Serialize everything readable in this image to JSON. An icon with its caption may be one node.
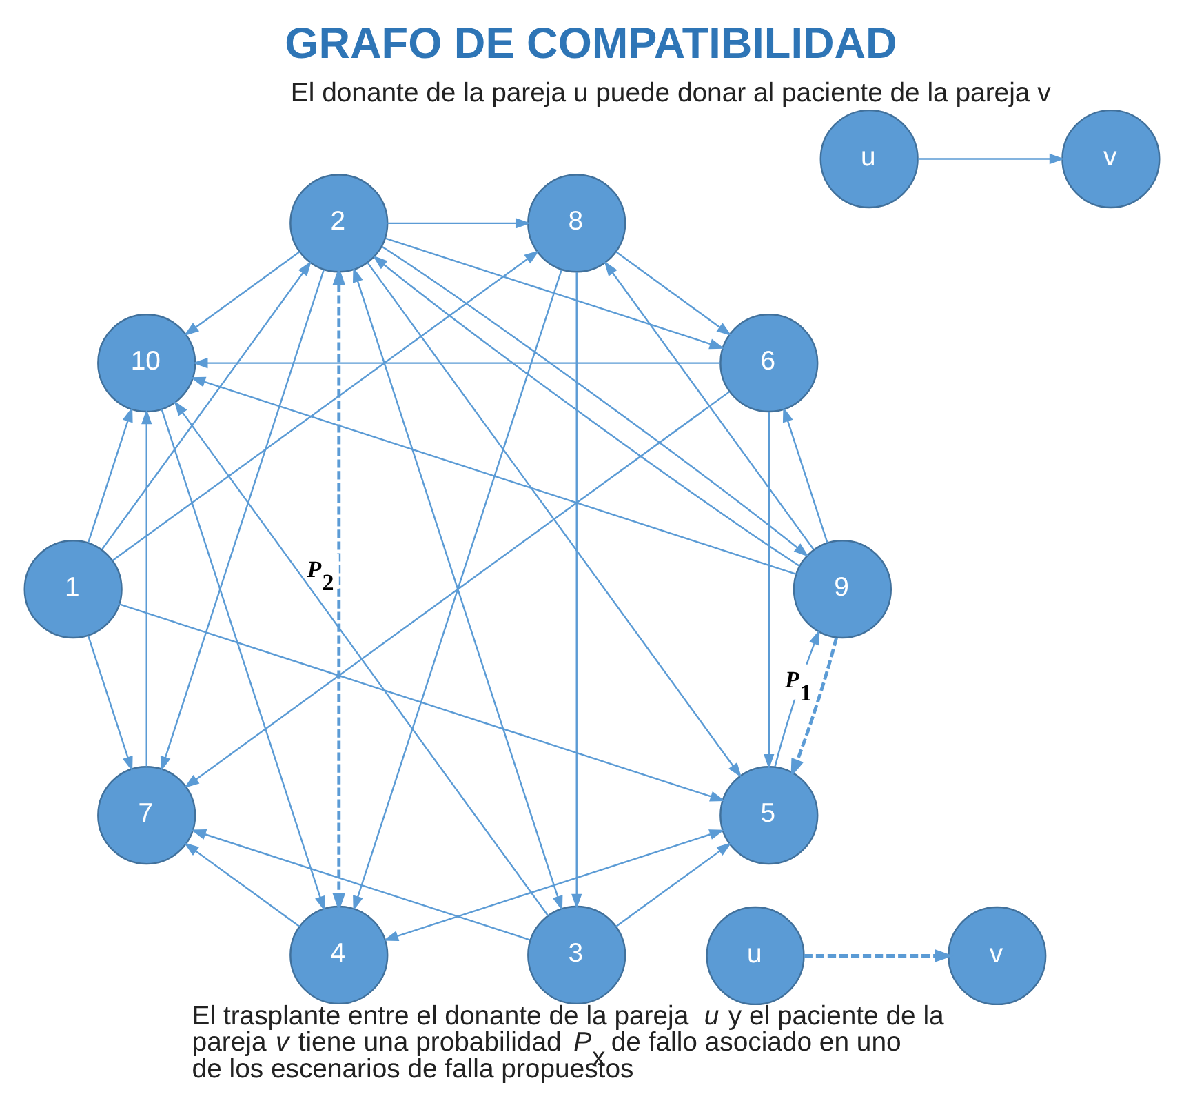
{
  "diagram": {
    "title": "GRAFO DE COMPATIBILIDAD",
    "nodes": [
      {
        "text": [
          "1"
        ]
      },
      {
        "text": [
          "2"
        ]
      },
      {
        "text": [
          "3"
        ]
      },
      {
        "text": [
          "4"
        ]
      },
      {
        "text": [
          "5"
        ]
      },
      {
        "text": [
          "6"
        ]
      },
      {
        "text": [
          "7"
        ]
      },
      {
        "text": [
          "8"
        ]
      },
      {
        "text": [
          "9"
        ]
      },
      {
        "text": [
          "10"
        ]
      },
      {
        "text": [
          "u"
        ]
      },
      {
        "text": [
          "v"
        ],
        "beside": [
          "El donante de la pareja u puede donar al paciente de la pareja v"
        ]
      },
      {
        "text": [
          "u"
        ]
      },
      {
        "text": [
          "v"
        ],
        "beside": [
          "El trasplante entre el donante de la pareja *u* y el paciente de la pareja *v* tiene una probabilidad *P*$_{x}$ de fallo asociado en uno de los escenarios de falla propuestos"
        ]
      }
    ],
    "edges": [
      {
        "from": 8,
        "to": 9,
        "arrow": "to"
      },
      {
        "from": 0,
        "to": 9,
        "arrow": "to"
      },
      {
        "from": 0,
        "to": 1,
        "arrow": "to"
      },
      {
        "from": 8,
        "to": 7,
        "arrow": "to"
      },
      {
        "from": 1,
        "to": 2,
        "arrow": "both"
      },
      {
        "from": 4,
        "to": 3,
        "arrow": "both"
      },
      {
        "from": 5,
        "to": 4,
        "arrow": "to"
      },
      {
        "from": 5,
        "to": 6,
        "arrow": "to"
      },
      {
        "from": 8,
        "to": 4,
        "arrow": "to",
        "style": "dashed",
        "label": "*P*$_{1}$"
      },
      {
        "from": 1,
        "to": 3,
        "arrow": "both",
        "style": "dashed",
        "label": "*P*$_{2}$"
      },
      {
        "from": 0,
        "to": 7,
        "arrow": "to"
      },
      {
        "from": 1,
        "to": 7,
        "arrow": "to"
      },
      {
        "from": 1,
        "to": 8,
        "arrow": "to"
      },
      {
        "from": 8,
        "to": 1,
        "arrow": "to"
      },
      {
        "from": 1,
        "to": 9,
        "arrow": "to"
      },
      {
        "from": 2,
        "to": 9,
        "arrow": "to"
      },
      {
        "from": 5,
        "to": 9,
        "arrow": "to"
      },
      {
        "from": 9,
        "to": 3,
        "arrow": "to"
      },
      {
        "from": 4,
        "to": 8,
        "arrow": "to"
      },
      {
        "from": 8,
        "to": 5,
        "arrow": "to"
      },
      {
        "from": 7,
        "to": 5,
        "arrow": "to"
      },
      {
        "from": 7,
        "to": 2,
        "arrow": "to"
      },
      {
        "from": 7,
        "to": 3,
        "arrow": "to"
      },
      {
        "from": 1,
        "to": 6,
        "arrow": "to"
      },
      {
        "from": 2,
        "to": 6,
        "arrow": "to"
      },
      {
        "from": 3,
        "to": 6,
        "arrow": "to"
      },
      {
        "from": 0,
        "to": 6,
        "arrow": "to"
      },
      {
        "from": 1,
        "to": 4,
        "arrow": "to"
      },
      {
        "from": 2,
        "to": 4,
        "arrow": "to"
      },
      {
        "from": 0,
        "to": 4,
        "arrow": "to"
      },
      {
        "from": 1,
        "to": 5,
        "arrow": "to"
      },
      {
        "from": 6,
        "to": 9,
        "arrow": "to"
      },
      {
        "from": 10,
        "to": 11,
        "arrow": "to"
      },
      {
        "from": 12,
        "to": 13,
        "arrow": "to",
        "style": "dashed"
      }
    ]
  }
}
